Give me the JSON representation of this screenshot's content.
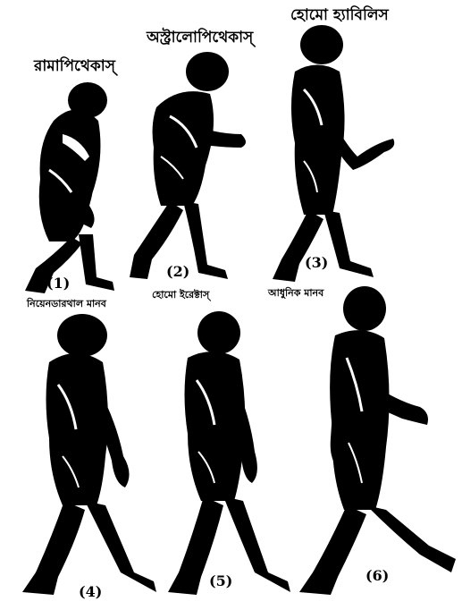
{
  "titles": {
    "ramapithecus": "রামাপিথেকাস্",
    "australopithecus": "অস্ট্রালোপিথেকাস্",
    "homo_habilis": "হোমো হ্যাবিলিস"
  },
  "captions": {
    "neanderthal": "নিয়েনডারথাল মানব",
    "homo_erectus": "হোমো ইরেক্টাস্",
    "modern_human": "আধুনিক মানব"
  },
  "numbers": {
    "n1": "(1)",
    "n2": "(2)",
    "n3": "(3)",
    "n4": "(4)",
    "n5": "(5)",
    "n6": "(6)"
  },
  "colors": {
    "ink": "#000000",
    "paper": "#ffffff"
  }
}
